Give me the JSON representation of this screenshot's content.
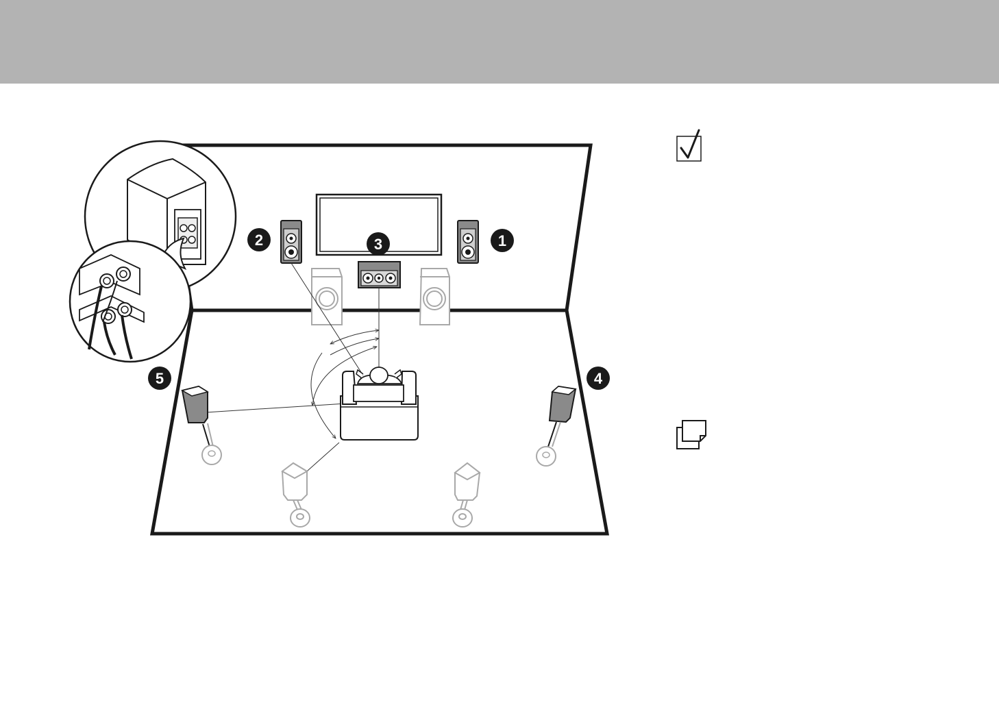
{
  "badges": {
    "front_right": "1",
    "front_left": "2",
    "center": "3",
    "surround_right": "4",
    "surround_left": "5"
  },
  "icons": [
    "checkmark-icon",
    "note-icon"
  ],
  "colors": {
    "header_band": "#b3b3b3",
    "line": "#1a1a1a",
    "speaker_fill": "#8a8a8a",
    "light_outline": "#a8a8a8"
  }
}
